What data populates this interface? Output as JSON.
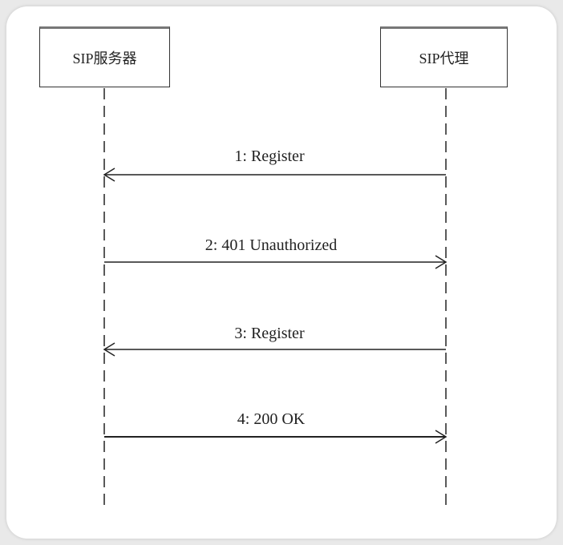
{
  "participants": [
    {
      "name": "SIP服务器"
    },
    {
      "name": "SIP代理"
    }
  ],
  "messages": [
    {
      "label": "1: Register",
      "from": "SIP代理",
      "to": "SIP服务器"
    },
    {
      "label": "2: 401  Unauthorized",
      "from": "SIP服务器",
      "to": "SIP代理"
    },
    {
      "label": "3: Register",
      "from": "SIP代理",
      "to": "SIP服务器"
    },
    {
      "label": "4: 200  OK",
      "from": "SIP服务器",
      "to": "SIP代理"
    }
  ]
}
